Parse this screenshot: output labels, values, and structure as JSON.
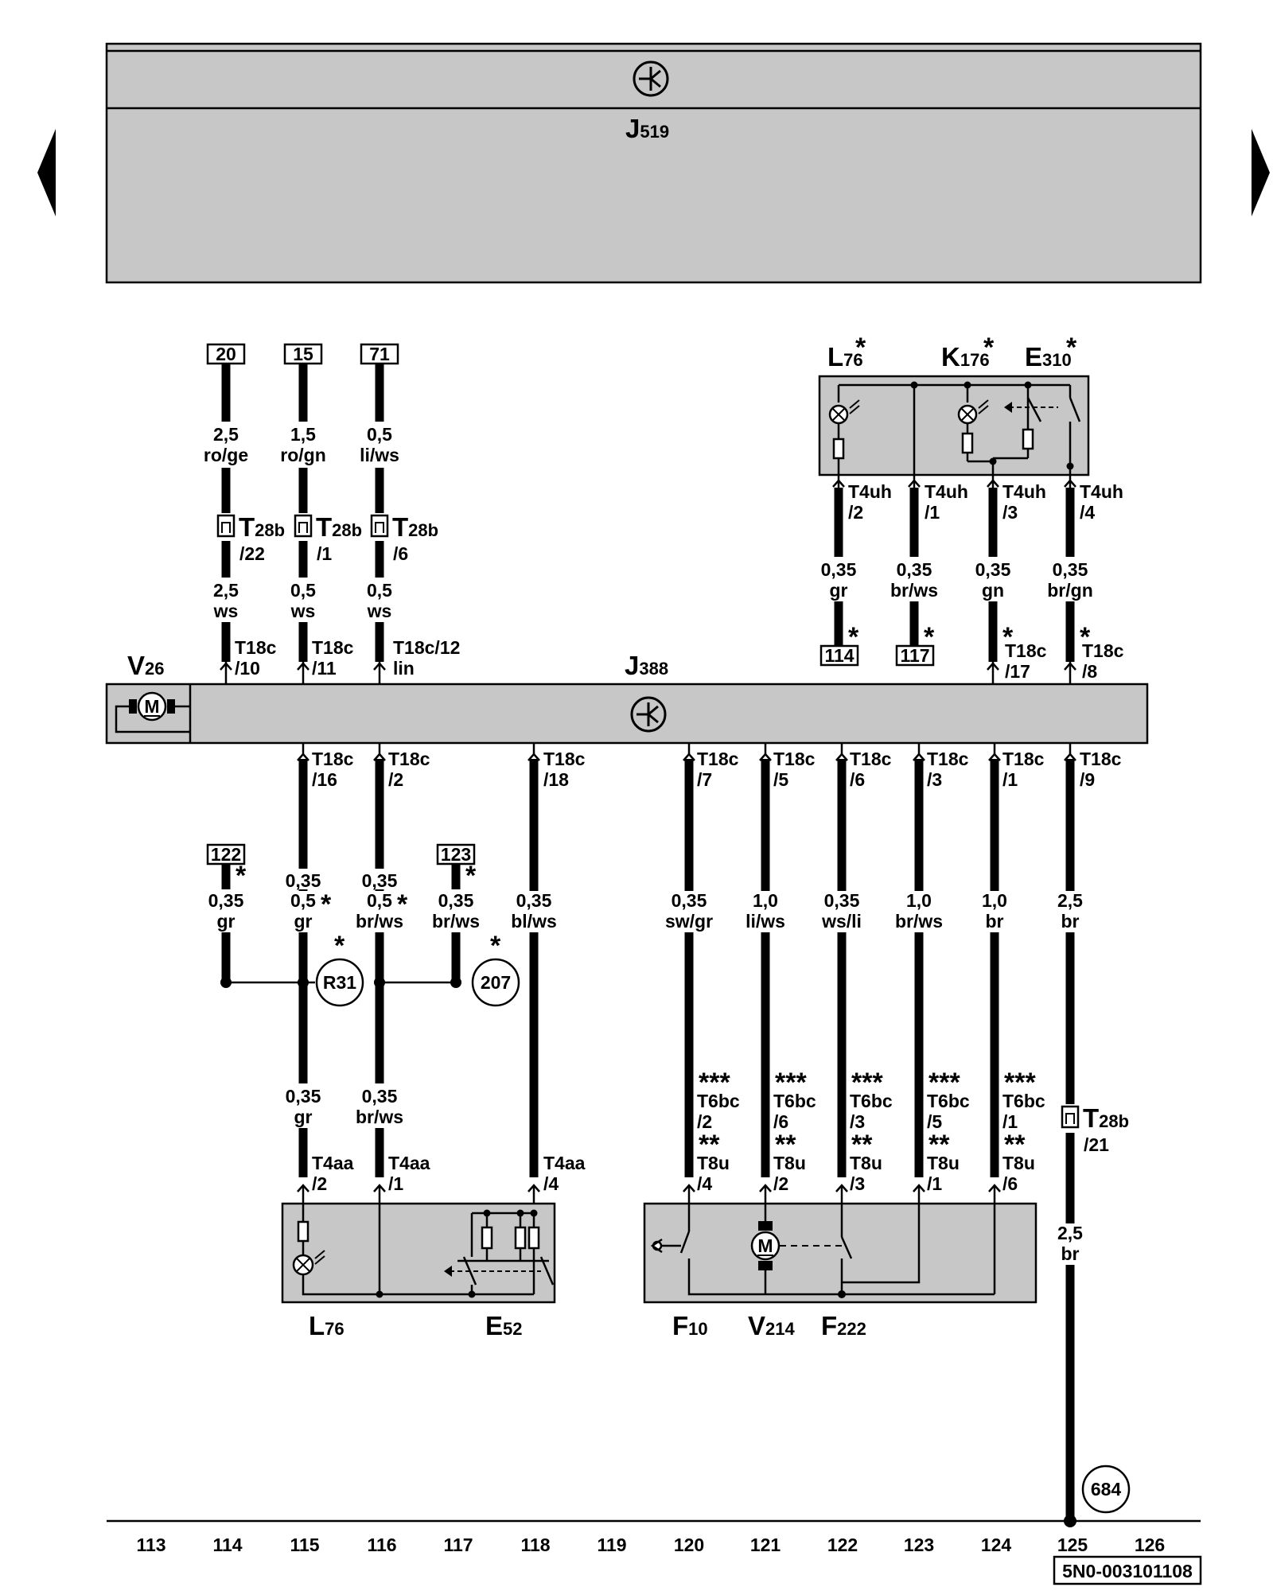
{
  "header_box": {
    "label_main": "J",
    "label_sub": "519"
  },
  "control_unit": {
    "label_main": "J",
    "label_sub": "388"
  },
  "motor_v26": {
    "label_main": "V",
    "label_sub": "26",
    "motor_letter": "M"
  },
  "motor_v214": {
    "motor_letter": "M"
  },
  "top_right_components": [
    {
      "main": "L",
      "sub": "76",
      "star": "*"
    },
    {
      "main": "K",
      "sub": "176",
      "star": "*"
    },
    {
      "main": "E",
      "sub": "310",
      "star": "*"
    }
  ],
  "bottom_components": [
    {
      "main": "L",
      "sub": "76"
    },
    {
      "main": "E",
      "sub": "52"
    },
    {
      "main": "F",
      "sub": "10"
    },
    {
      "main": "V",
      "sub": "214"
    },
    {
      "main": "F",
      "sub": "222"
    }
  ],
  "top_wires": [
    {
      "ref": "20",
      "gauge": "2,5",
      "color": "ro/ge",
      "conn": "T",
      "conn_sub": "28b",
      "pin": "/22",
      "gauge2": "2,5",
      "color2": "ws",
      "t18": "T18c",
      "t18_pin": "/10"
    },
    {
      "ref": "15",
      "gauge": "1,5",
      "color": "ro/gn",
      "conn": "T",
      "conn_sub": "28b",
      "pin": "/1",
      "gauge2": "0,5",
      "color2": "ws",
      "t18": "T18c",
      "t18_pin": "/11"
    },
    {
      "ref": "71",
      "gauge": "0,5",
      "color": "li/ws",
      "conn": "T",
      "conn_sub": "28b",
      "pin": "/6",
      "gauge2": "0,5",
      "color2": "ws",
      "t18": "T18c/12",
      "t18_pin": "lin"
    }
  ],
  "right_top_wires": [
    {
      "t4": "T4uh",
      "t4_pin": "/2",
      "gauge": "0,35",
      "color": "gr",
      "star": "*",
      "ref": "114"
    },
    {
      "t4": "T4uh",
      "t4_pin": "/1",
      "gauge": "0,35",
      "color": "br/ws",
      "star": "*",
      "ref": "117"
    },
    {
      "t4": "T4uh",
      "t4_pin": "/3",
      "gauge": "0,35",
      "color": "gn",
      "star": "*",
      "t18": "T18c",
      "t18_pin": "/17"
    },
    {
      "t4": "T4uh",
      "t4_pin": "/4",
      "gauge": "0,35",
      "color": "br/gn",
      "star": "*",
      "t18": "T18c",
      "t18_pin": "/8"
    }
  ],
  "lower_left_wires": [
    {
      "t18": "T18c",
      "t18_pin": "/16",
      "gauge_a": "0,35",
      "gauge_b": "0,5",
      "star": "*",
      "color": "gr",
      "gauge_c": "0,35",
      "color_c": "gr",
      "t4": "T4aa",
      "t4_pin": "/2"
    },
    {
      "t18": "T18c",
      "t18_pin": "/2",
      "gauge_a": "0,35",
      "gauge_b": "0,5",
      "star": "*",
      "color": "br/ws",
      "gauge_c": "0,35",
      "color_c": "br/ws",
      "t4": "T4aa",
      "t4_pin": "/1"
    },
    {
      "t18": "T18c",
      "t18_pin": "/18",
      "gauge": "0,35",
      "color": "bl/ws",
      "t4": "T4aa",
      "t4_pin": "/4"
    }
  ],
  "side_wires": [
    {
      "ref": "122",
      "star": "*",
      "gauge": "0,35",
      "color": "gr"
    },
    {
      "ref": "123",
      "star": "*",
      "gauge": "0,35",
      "color": "br/ws"
    }
  ],
  "circles": [
    {
      "label": "R31",
      "star": "*"
    },
    {
      "label": "207",
      "star": "*"
    },
    {
      "label": "684"
    }
  ],
  "right_lower_wires": [
    {
      "t18": "T18c",
      "t18_pin": "/7",
      "gauge": "0,35",
      "color": "sw/gr",
      "stars3": "***",
      "t6": "T6bc",
      "t6_pin": "/2",
      "stars2": "**",
      "t8": "T8u",
      "t8_pin": "/4"
    },
    {
      "t18": "T18c",
      "t18_pin": "/5",
      "gauge": "1,0",
      "color": "li/ws",
      "stars3": "***",
      "t6": "T6bc",
      "t6_pin": "/6",
      "stars2": "**",
      "t8": "T8u",
      "t8_pin": "/2"
    },
    {
      "t18": "T18c",
      "t18_pin": "/6",
      "gauge": "0,35",
      "color": "ws/li",
      "stars3": "***",
      "t6": "T6bc",
      "t6_pin": "/3",
      "stars2": "**",
      "t8": "T8u",
      "t8_pin": "/3"
    },
    {
      "t18": "T18c",
      "t18_pin": "/3",
      "gauge": "1,0",
      "color": "br/ws",
      "stars3": "***",
      "t6": "T6bc",
      "t6_pin": "/5",
      "stars2": "**",
      "t8": "T8u",
      "t8_pin": "/1"
    },
    {
      "t18": "T18c",
      "t18_pin": "/1",
      "gauge": "1,0",
      "color": "br",
      "stars3": "***",
      "t6": "T6bc",
      "t6_pin": "/1",
      "stars2": "**",
      "t8": "T8u",
      "t8_pin": "/6"
    }
  ],
  "ground_wire": {
    "t18": "T18c",
    "t18_pin": "/9",
    "gauge": "2,5",
    "color": "br",
    "conn": "T",
    "conn_sub": "28b",
    "pin": "/21",
    "gauge2": "2,5",
    "color2": "br"
  },
  "track_numbers": [
    "113",
    "114",
    "115",
    "116",
    "117",
    "118",
    "119",
    "120",
    "121",
    "122",
    "123",
    "124",
    "125",
    "126"
  ],
  "doc_id": "5N0-003101108"
}
